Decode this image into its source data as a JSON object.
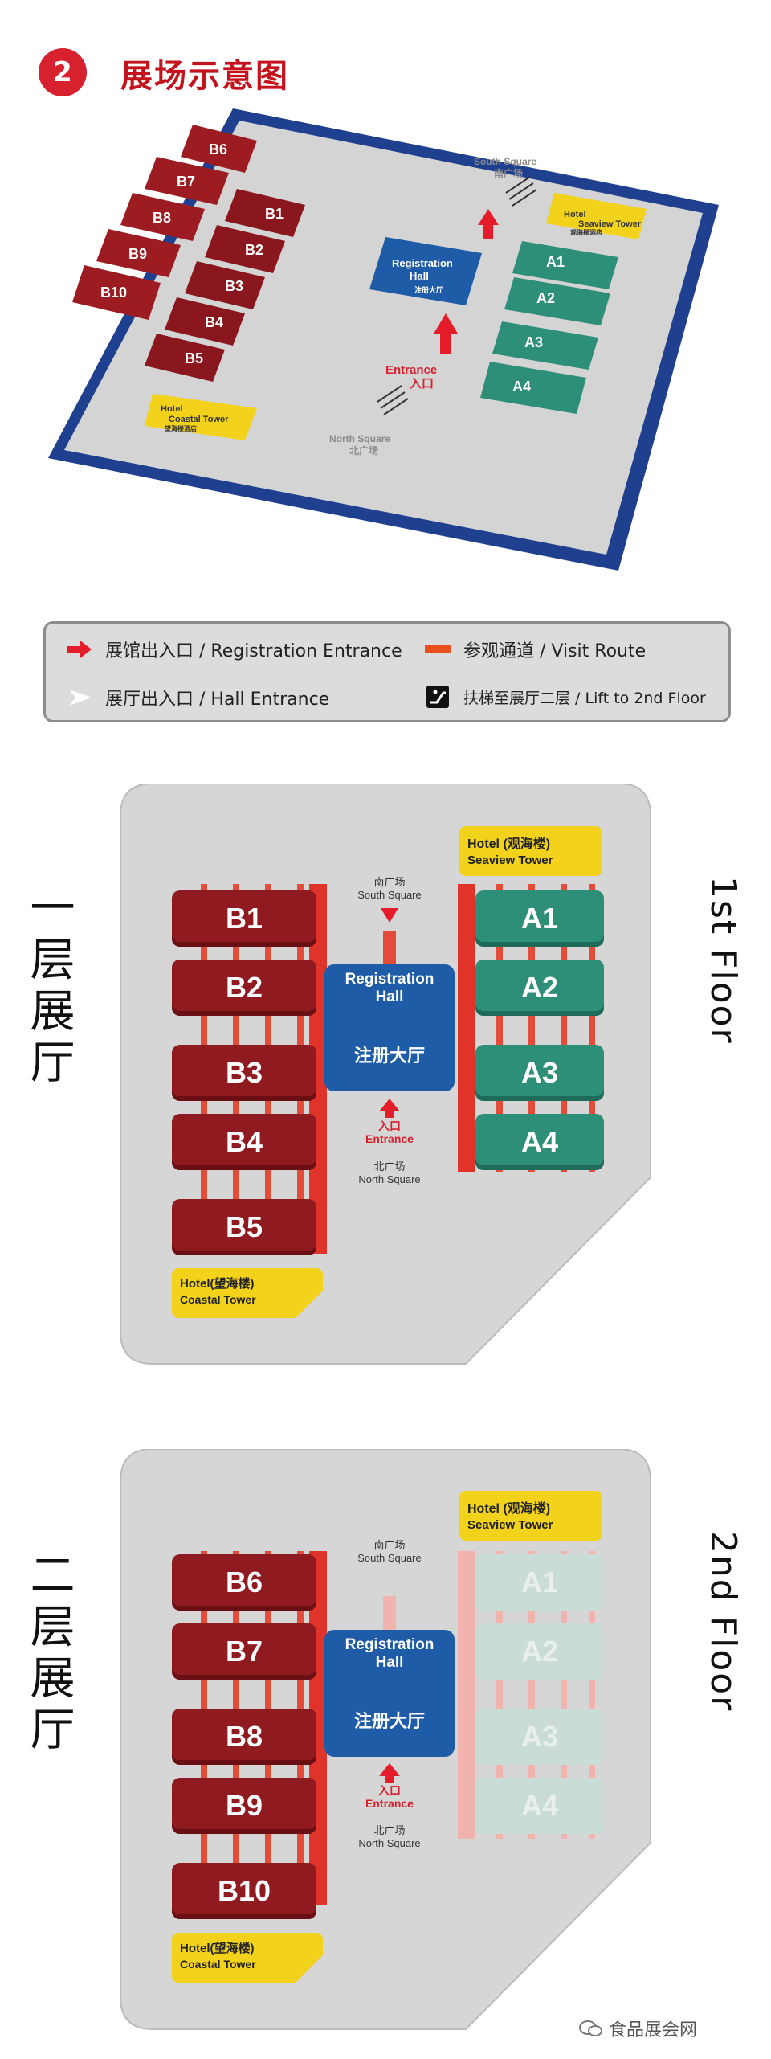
{
  "header": {
    "section_number": "2",
    "title": "展场示意图"
  },
  "overview_map": {
    "b_halls": [
      "B6",
      "B7",
      "B8",
      "B9",
      "B10",
      "B1",
      "B2",
      "B3",
      "B4",
      "B5"
    ],
    "a_halls": [
      "A1",
      "A2",
      "A3",
      "A4"
    ],
    "registration_hall": {
      "line1": "Registration",
      "line2": "Hall",
      "cn": "注册大厅"
    },
    "entrance": {
      "en": "Entrance",
      "cn": "入口"
    },
    "south_square": {
      "en": "South Square",
      "cn": "南广场"
    },
    "north_square": {
      "en": "North Square",
      "cn": "北广场"
    },
    "hotel_seaview": {
      "line1": "Hotel",
      "line2": "Seaview Tower",
      "cn": "观海楼酒店"
    },
    "hotel_coastal": {
      "line1": "Hotel",
      "line2": "Coastal Tower",
      "cn": "望海楼酒店"
    }
  },
  "legend": {
    "registration_entrance": "展馆出入口 / Registration Entrance",
    "visit_route": "参观通道 / Visit Route",
    "hall_entrance": "展厅出入口 / Hall Entrance",
    "lift": "扶梯至展厅二层 / Lift to 2nd Floor"
  },
  "floor1": {
    "side_cn": "一层展厅",
    "side_en": "1st Floor",
    "b_halls": [
      "B1",
      "B2",
      "B3",
      "B4",
      "B5"
    ],
    "a_halls": [
      "A1",
      "A2",
      "A3",
      "A4"
    ],
    "hotel_seaview": {
      "cn": "Hotel (观海楼)",
      "en": "Seaview Tower"
    },
    "hotel_coastal": {
      "cn": "Hotel(望海楼)",
      "en": "Coastal Tower"
    },
    "south_square": {
      "cn": "南广场",
      "en": "South Square"
    },
    "north_square": {
      "cn": "北广场",
      "en": "North Square"
    },
    "registration": {
      "line1": "Registration",
      "line2": "Hall",
      "cn": "注册大厅"
    },
    "entrance": {
      "cn": "入口",
      "en": "Entrance"
    }
  },
  "floor2": {
    "side_cn": "二层展厅",
    "side_en": "2nd Floor",
    "b_halls": [
      "B6",
      "B7",
      "B8",
      "B9",
      "B10"
    ],
    "a_halls": [
      "A1",
      "A2",
      "A3",
      "A4"
    ],
    "hotel_seaview": {
      "cn": "Hotel (观海楼)",
      "en": "Seaview Tower"
    },
    "hotel_coastal": {
      "cn": "Hotel(望海楼)",
      "en": "Coastal Tower"
    },
    "south_square": {
      "cn": "南广场",
      "en": "South Square"
    },
    "north_square": {
      "cn": "北广场",
      "en": "North Square"
    },
    "registration": {
      "line1": "Registration",
      "line2": "Hall",
      "cn": "注册大厅"
    },
    "entrance": {
      "cn": "入口",
      "en": "Entrance"
    }
  },
  "watermark": "食品展会网",
  "colors": {
    "accent_red": "#d7212f",
    "b_hall": "#8f1a20",
    "a_hall": "#2e8f78",
    "registration": "#1f5ca8",
    "hotel": "#f2d21b"
  }
}
